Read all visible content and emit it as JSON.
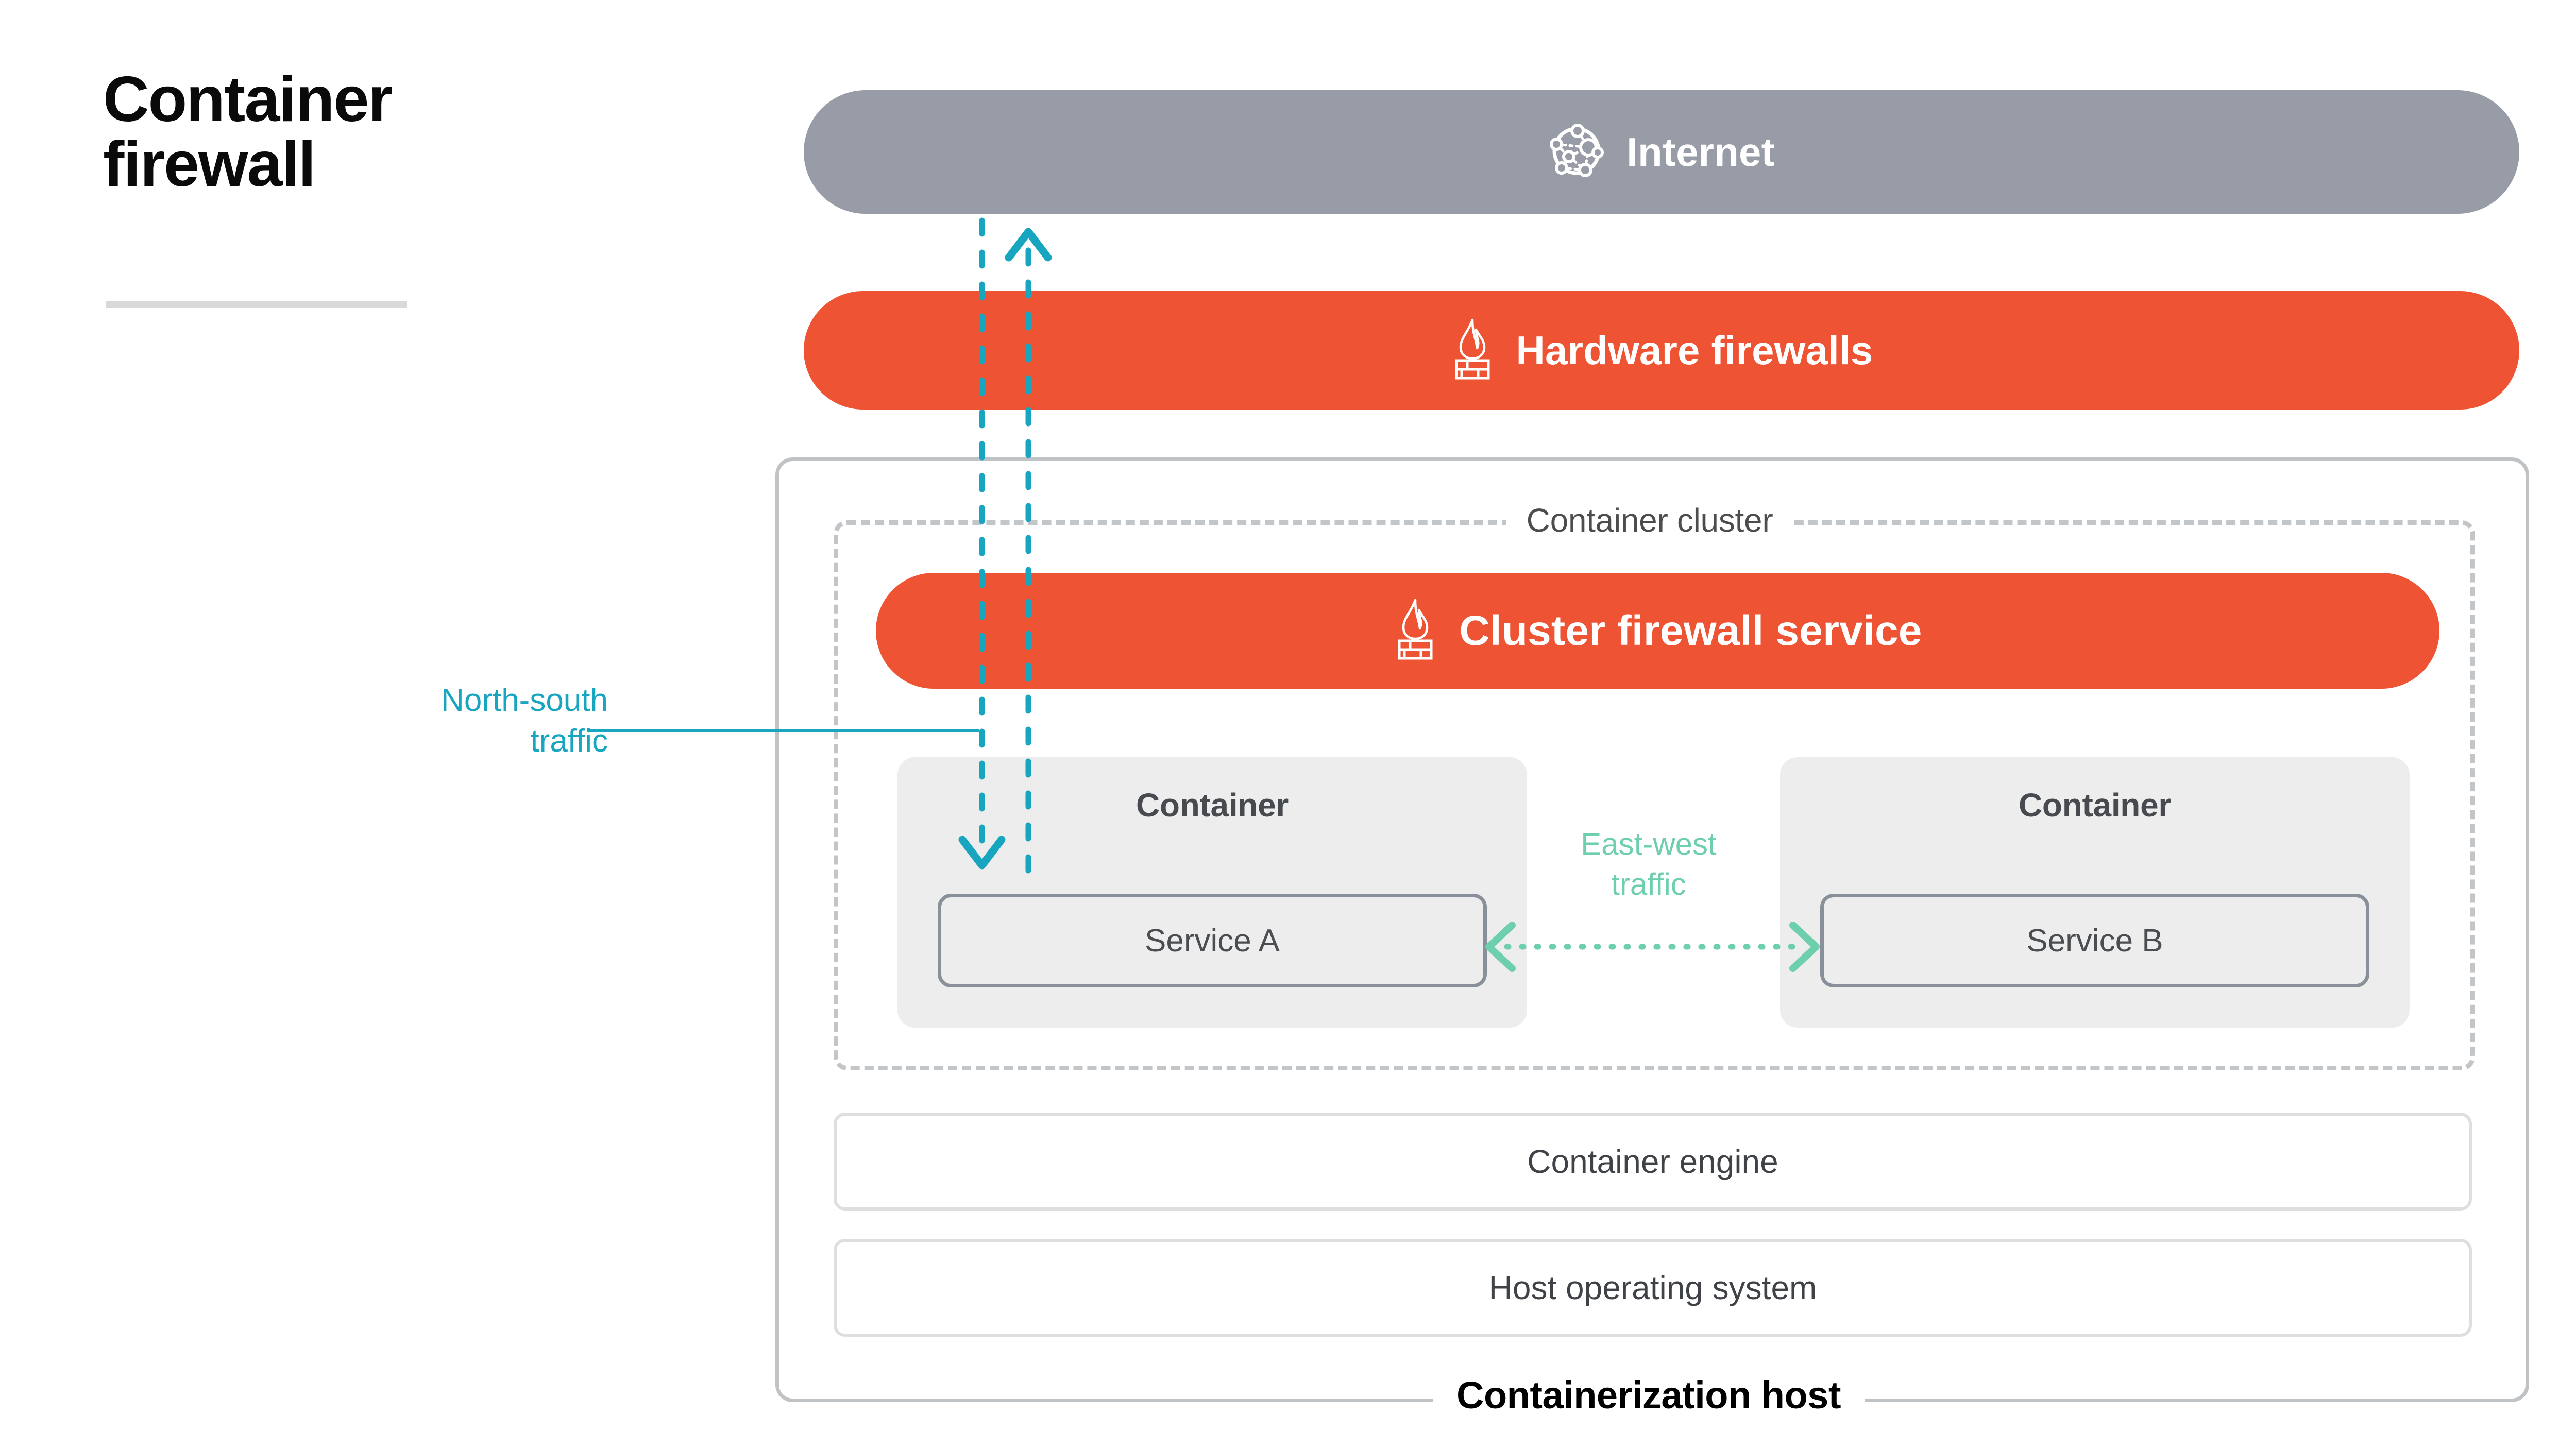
{
  "page": {
    "title": "Container\nfirewall",
    "background": "#ffffff"
  },
  "colors": {
    "orange": "#ee5433",
    "gray_bar": "#979ca6",
    "teal": "#18a5bf",
    "mint": "#6ecfae",
    "card_gray": "#ededed",
    "border_gray": "#c0c3c6",
    "text_dark": "#3f4347"
  },
  "diagram": {
    "internet_bar": {
      "label": "Internet",
      "icon": "network-globe-icon",
      "color": "#979ca6"
    },
    "hardware_bar": {
      "label": "Hardware firewalls",
      "icon": "firewall-flame-icon",
      "color": "#ee5433"
    },
    "host": {
      "label": "Containerization host"
    },
    "cluster": {
      "label": "Container cluster",
      "firewall_service": {
        "label": "Cluster firewall service",
        "icon": "firewall-flame-icon",
        "color": "#ee5433"
      },
      "containers": [
        {
          "title": "Container",
          "service": "Service A"
        },
        {
          "title": "Container",
          "service": "Service B"
        }
      ]
    },
    "stack": [
      {
        "label": "Container engine"
      },
      {
        "label": "Host operating system"
      }
    ],
    "traffic": {
      "north_south": {
        "label": "North-south\ntraffic",
        "color": "#18a5bf",
        "style": "dashed",
        "directions": [
          "down",
          "up"
        ]
      },
      "east_west": {
        "label": "East-west\ntraffic",
        "color": "#6ecfae",
        "style": "dotted",
        "directions": [
          "left",
          "right"
        ]
      }
    }
  }
}
